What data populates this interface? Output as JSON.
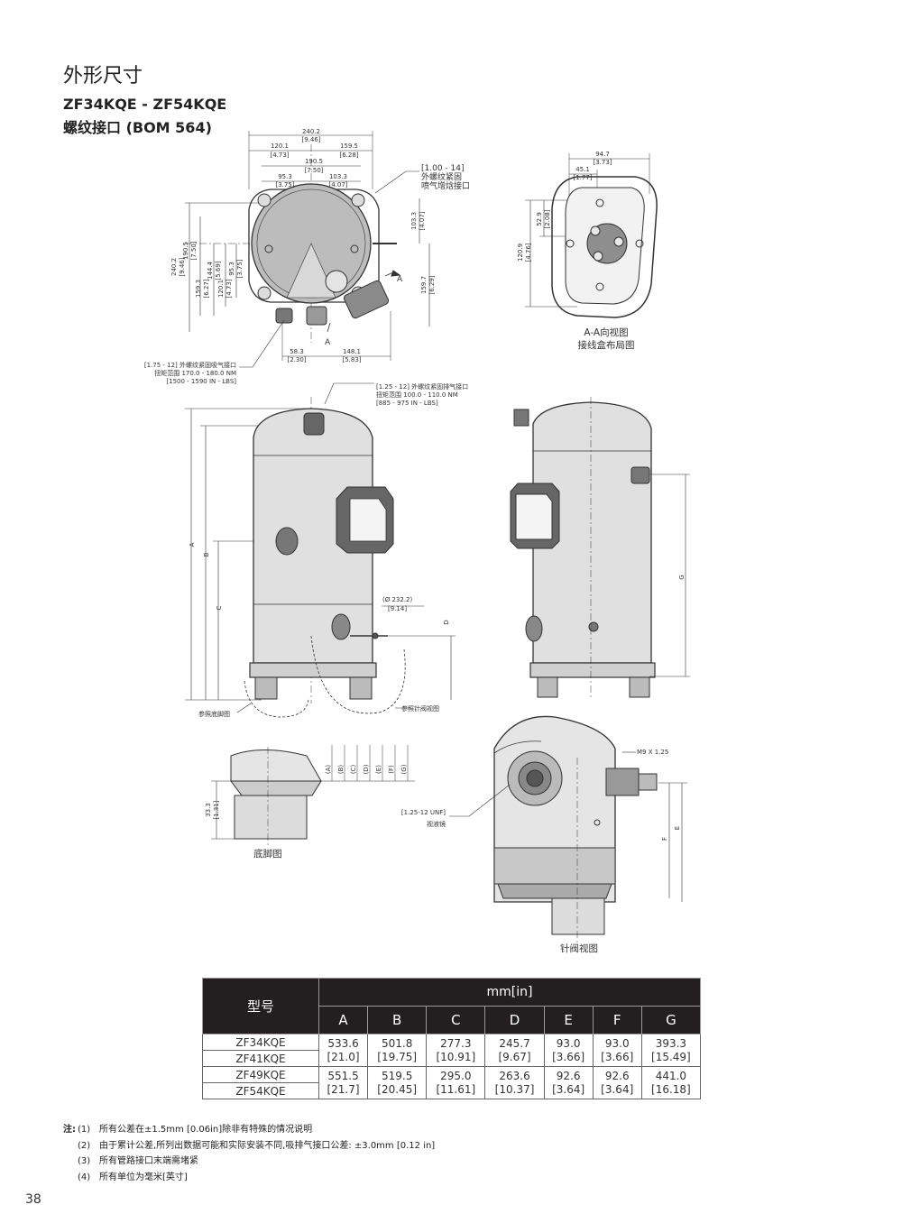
{
  "title": "外形尺寸",
  "model_range": "ZF34KQE - ZF54KQE",
  "connection_type": "螺纹接口 (BOM 564)",
  "drawings": {
    "top_view": {
      "dims": [
        "240.2",
        "[9.46]",
        "120.1",
        "[4.73]",
        "159.5",
        "[6.28]",
        "190.5",
        "[7.50]",
        "95.3",
        "[3.75]",
        "103.3",
        "[4.07]",
        "58.3",
        "[2.30]",
        "148.1",
        "[5.83]",
        "103.3",
        "[4.07]",
        "159.7",
        "[6.29]",
        "240.2",
        "[9.46]",
        "190.5",
        "[7.50]",
        "159.3",
        "[6.27]",
        "144.4",
        "[5.69]",
        "120.1",
        "[4.73]",
        "95.3",
        "[3.75]"
      ],
      "section_mark": "A",
      "callout_injection": [
        "[1.00 - 14]",
        "外螺纹紧固",
        "喷气增焓接口"
      ],
      "callout_suction": [
        "[1.75 - 12] 外螺纹紧固吸气接口",
        "扭矩范围 170.0 - 180.0 NM",
        "[1500 - 1590 IN - LBS]"
      ]
    },
    "aa_view": {
      "dims": [
        "94.7",
        "[3.73]",
        "45.1",
        "[1.77]",
        "52.9",
        "[2.08]",
        "120.9",
        "[4.76]"
      ],
      "caption1": "A-A向视图",
      "caption2": "接线盒布局图"
    },
    "side_view": {
      "callout_discharge": [
        "[1.25 - 12] 外螺纹紧固排气接口",
        "扭矩范围 100.0 - 110.0 NM",
        "[885 - 975 IN - LBS]"
      ],
      "letters": [
        "A",
        "B",
        "C",
        "D"
      ],
      "diameter": [
        "(Ø 232.2)",
        "[9.14]"
      ],
      "ref_foot": "参照底脚图",
      "ref_valve": "参照针阀视图"
    },
    "side_view2": {
      "letters": [
        "G"
      ]
    },
    "foot_view": {
      "dims": [
        "33.3",
        "[1.31]"
      ],
      "ticks": [
        "(A)",
        "(B)",
        "(C)",
        "(D)",
        "(E)",
        "(F)",
        "(G)"
      ],
      "caption": "底脚图"
    },
    "valve_view": {
      "m9": "M9 X 1.25",
      "sight": [
        "[1.25-12 UNF]",
        "视液镜"
      ],
      "letters": [
        "E",
        "F"
      ],
      "caption": "针阀视图"
    }
  },
  "table": {
    "model_header": "型号",
    "unit_header": "mm[in]",
    "columns": [
      "A",
      "B",
      "C",
      "D",
      "E",
      "F",
      "G"
    ],
    "groups": [
      {
        "models": [
          "ZF34KQE",
          "ZF41KQE"
        ],
        "values": [
          "533.6",
          "501.8",
          "277.3",
          "245.7",
          "93.0",
          "93.0",
          "393.3"
        ],
        "inches": [
          "[21.0]",
          "[19.75]",
          "[10.91]",
          "[9.67]",
          "[3.66]",
          "[3.66]",
          "[15.49]"
        ]
      },
      {
        "models": [
          "ZF49KQE",
          "ZF54KQE"
        ],
        "values": [
          "551.5",
          "519.5",
          "295.0",
          "263.6",
          "92.6",
          "92.6",
          "441.0"
        ],
        "inches": [
          "[21.7]",
          "[20.45]",
          "[11.61]",
          "[10.37]",
          "[3.64]",
          "[3.64]",
          "[16.18]"
        ]
      }
    ]
  },
  "notes": {
    "lead": "注:",
    "items": [
      {
        "num": "(1)",
        "text": "所有公差在±1.5mm [0.06in]除非有特殊的情况说明"
      },
      {
        "num": "(2)",
        "text": "由于累计公差,所列出数据可能和实际安装不同,吸排气接口公差: ±3.0mm [0.12 in]"
      },
      {
        "num": "(3)",
        "text": "所有管路接口末端需堵紧"
      },
      {
        "num": "(4)",
        "text": "所有单位为毫米[英寸]"
      }
    ]
  },
  "page_number": "38"
}
